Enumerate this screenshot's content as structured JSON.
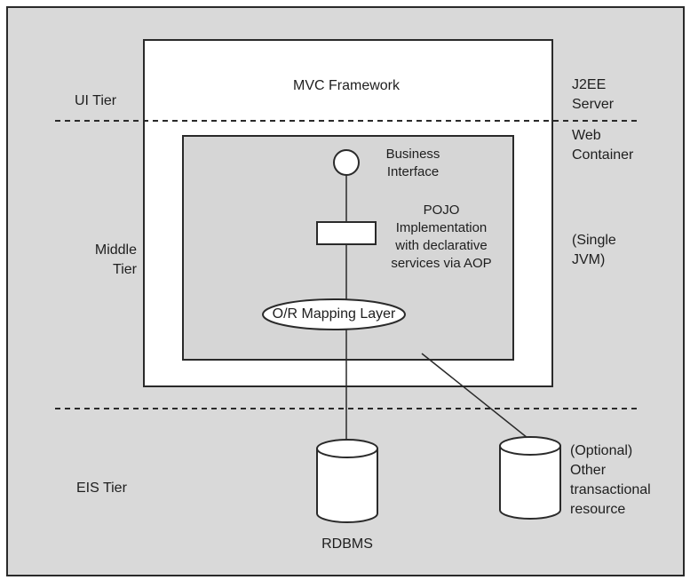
{
  "colors": {
    "background": "#d9d9d9",
    "box": "#ffffff",
    "inner_box": "#d6d6d6",
    "stroke": "#2a2a2a",
    "text": "#1e1e1e"
  },
  "tiers": {
    "ui": "UI Tier",
    "middle": "Middle\nTier",
    "eis": "EIS Tier"
  },
  "containers": {
    "j2ee_server": "J2EE\nServer",
    "web_container": "Web\nContainer",
    "single_jvm": "(Single\nJVM)"
  },
  "components": {
    "mvc_framework": "MVC Framework",
    "business_interface": "Business\nInterface",
    "pojo": "POJO\nImplementation\nwith declarative\nservices via AOP",
    "or_mapping": "O/R Mapping Layer"
  },
  "resources": {
    "rdbms": "RDBMS",
    "other": "(Optional)\nOther\ntransactional\nresource"
  }
}
